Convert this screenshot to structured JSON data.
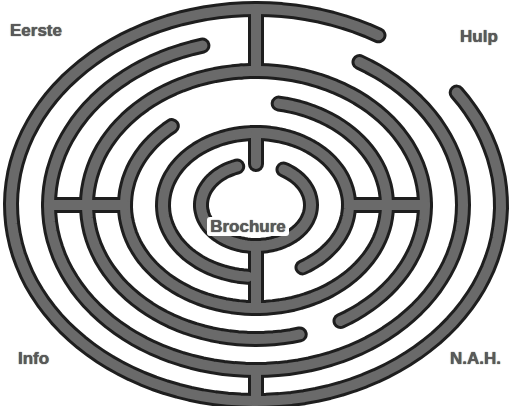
{
  "diagram": {
    "labels": [
      "Eerste",
      "Hulp",
      "Brochure",
      "Info",
      "N.A.H."
    ]
  }
}
